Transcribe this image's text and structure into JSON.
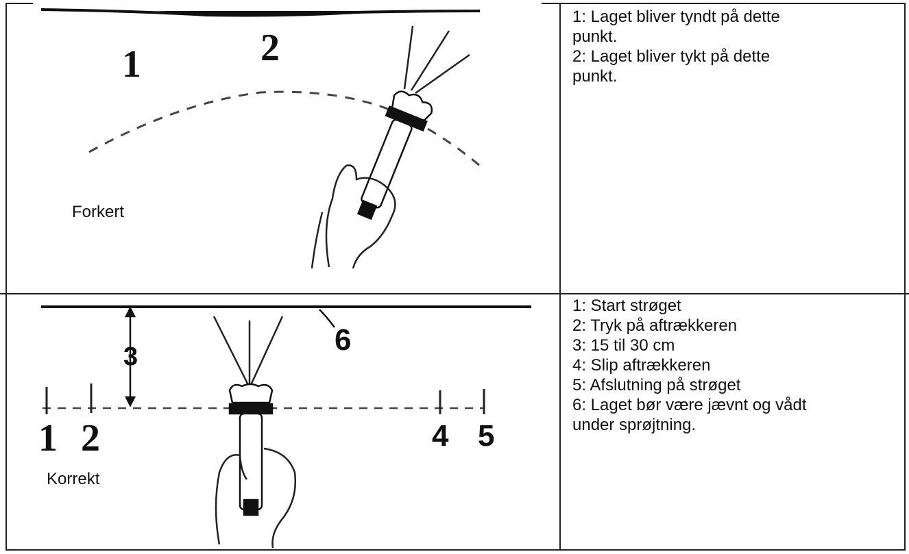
{
  "panel_wrong": {
    "label": "Forkert",
    "mark_1": "1",
    "mark_2": "2",
    "notes": [
      "1: Laget bliver tyndt på dette",
      "punkt.",
      "2: Laget bliver tykt på dette",
      "punkt."
    ]
  },
  "panel_correct": {
    "label": "Korrekt",
    "mark_1": "1",
    "mark_2": "2",
    "mark_3": "3",
    "mark_4": "4",
    "mark_5": "5",
    "mark_6": "6",
    "notes": [
      "1: Start strøget",
      "2: Tryk på aftrækkeren",
      "3: 15 til 30  cm",
      "4: Slip aftrækkeren",
      "5: Afslutning på strøget",
      "6: Laget bør være jævnt og vådt",
      "under sprøjtning."
    ]
  }
}
